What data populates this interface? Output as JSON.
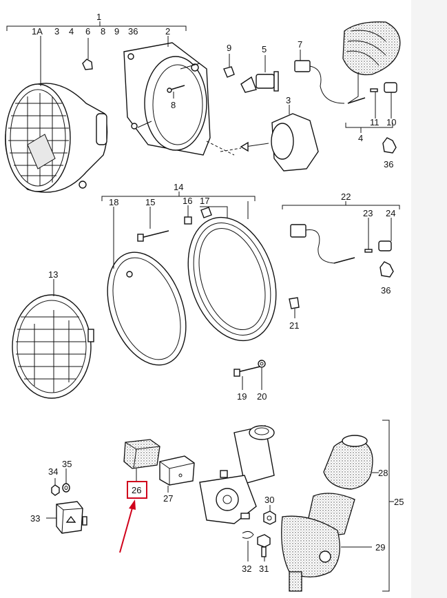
{
  "labels": {
    "l1": "1",
    "l1A": "1A",
    "l3a": "3",
    "l4a": "4",
    "l6": "6",
    "l8a": "8",
    "l9a": "9",
    "l36a": "36",
    "l2": "2",
    "l9b": "9",
    "l5": "5",
    "l7": "7",
    "l8b": "8",
    "l3b": "3",
    "l11": "11",
    "l10": "10",
    "l4b": "4",
    "l36b": "36",
    "l14": "14",
    "l18": "18",
    "l15": "15",
    "l16": "16",
    "l17": "17",
    "l22": "22",
    "l23": "23",
    "l24": "24",
    "l36c": "36",
    "l13": "13",
    "l21": "21",
    "l19": "19",
    "l20": "20",
    "l28": "28",
    "l25": "25",
    "l29": "29",
    "l26": "26",
    "l27": "27",
    "l34": "34",
    "l35": "35",
    "l33": "33",
    "l30": "30",
    "l32": "32",
    "l31": "31"
  },
  "highlight": {
    "label": "26",
    "color": "#d0021b"
  },
  "colors": {
    "line": "#111111",
    "highlight": "#d0021b"
  }
}
